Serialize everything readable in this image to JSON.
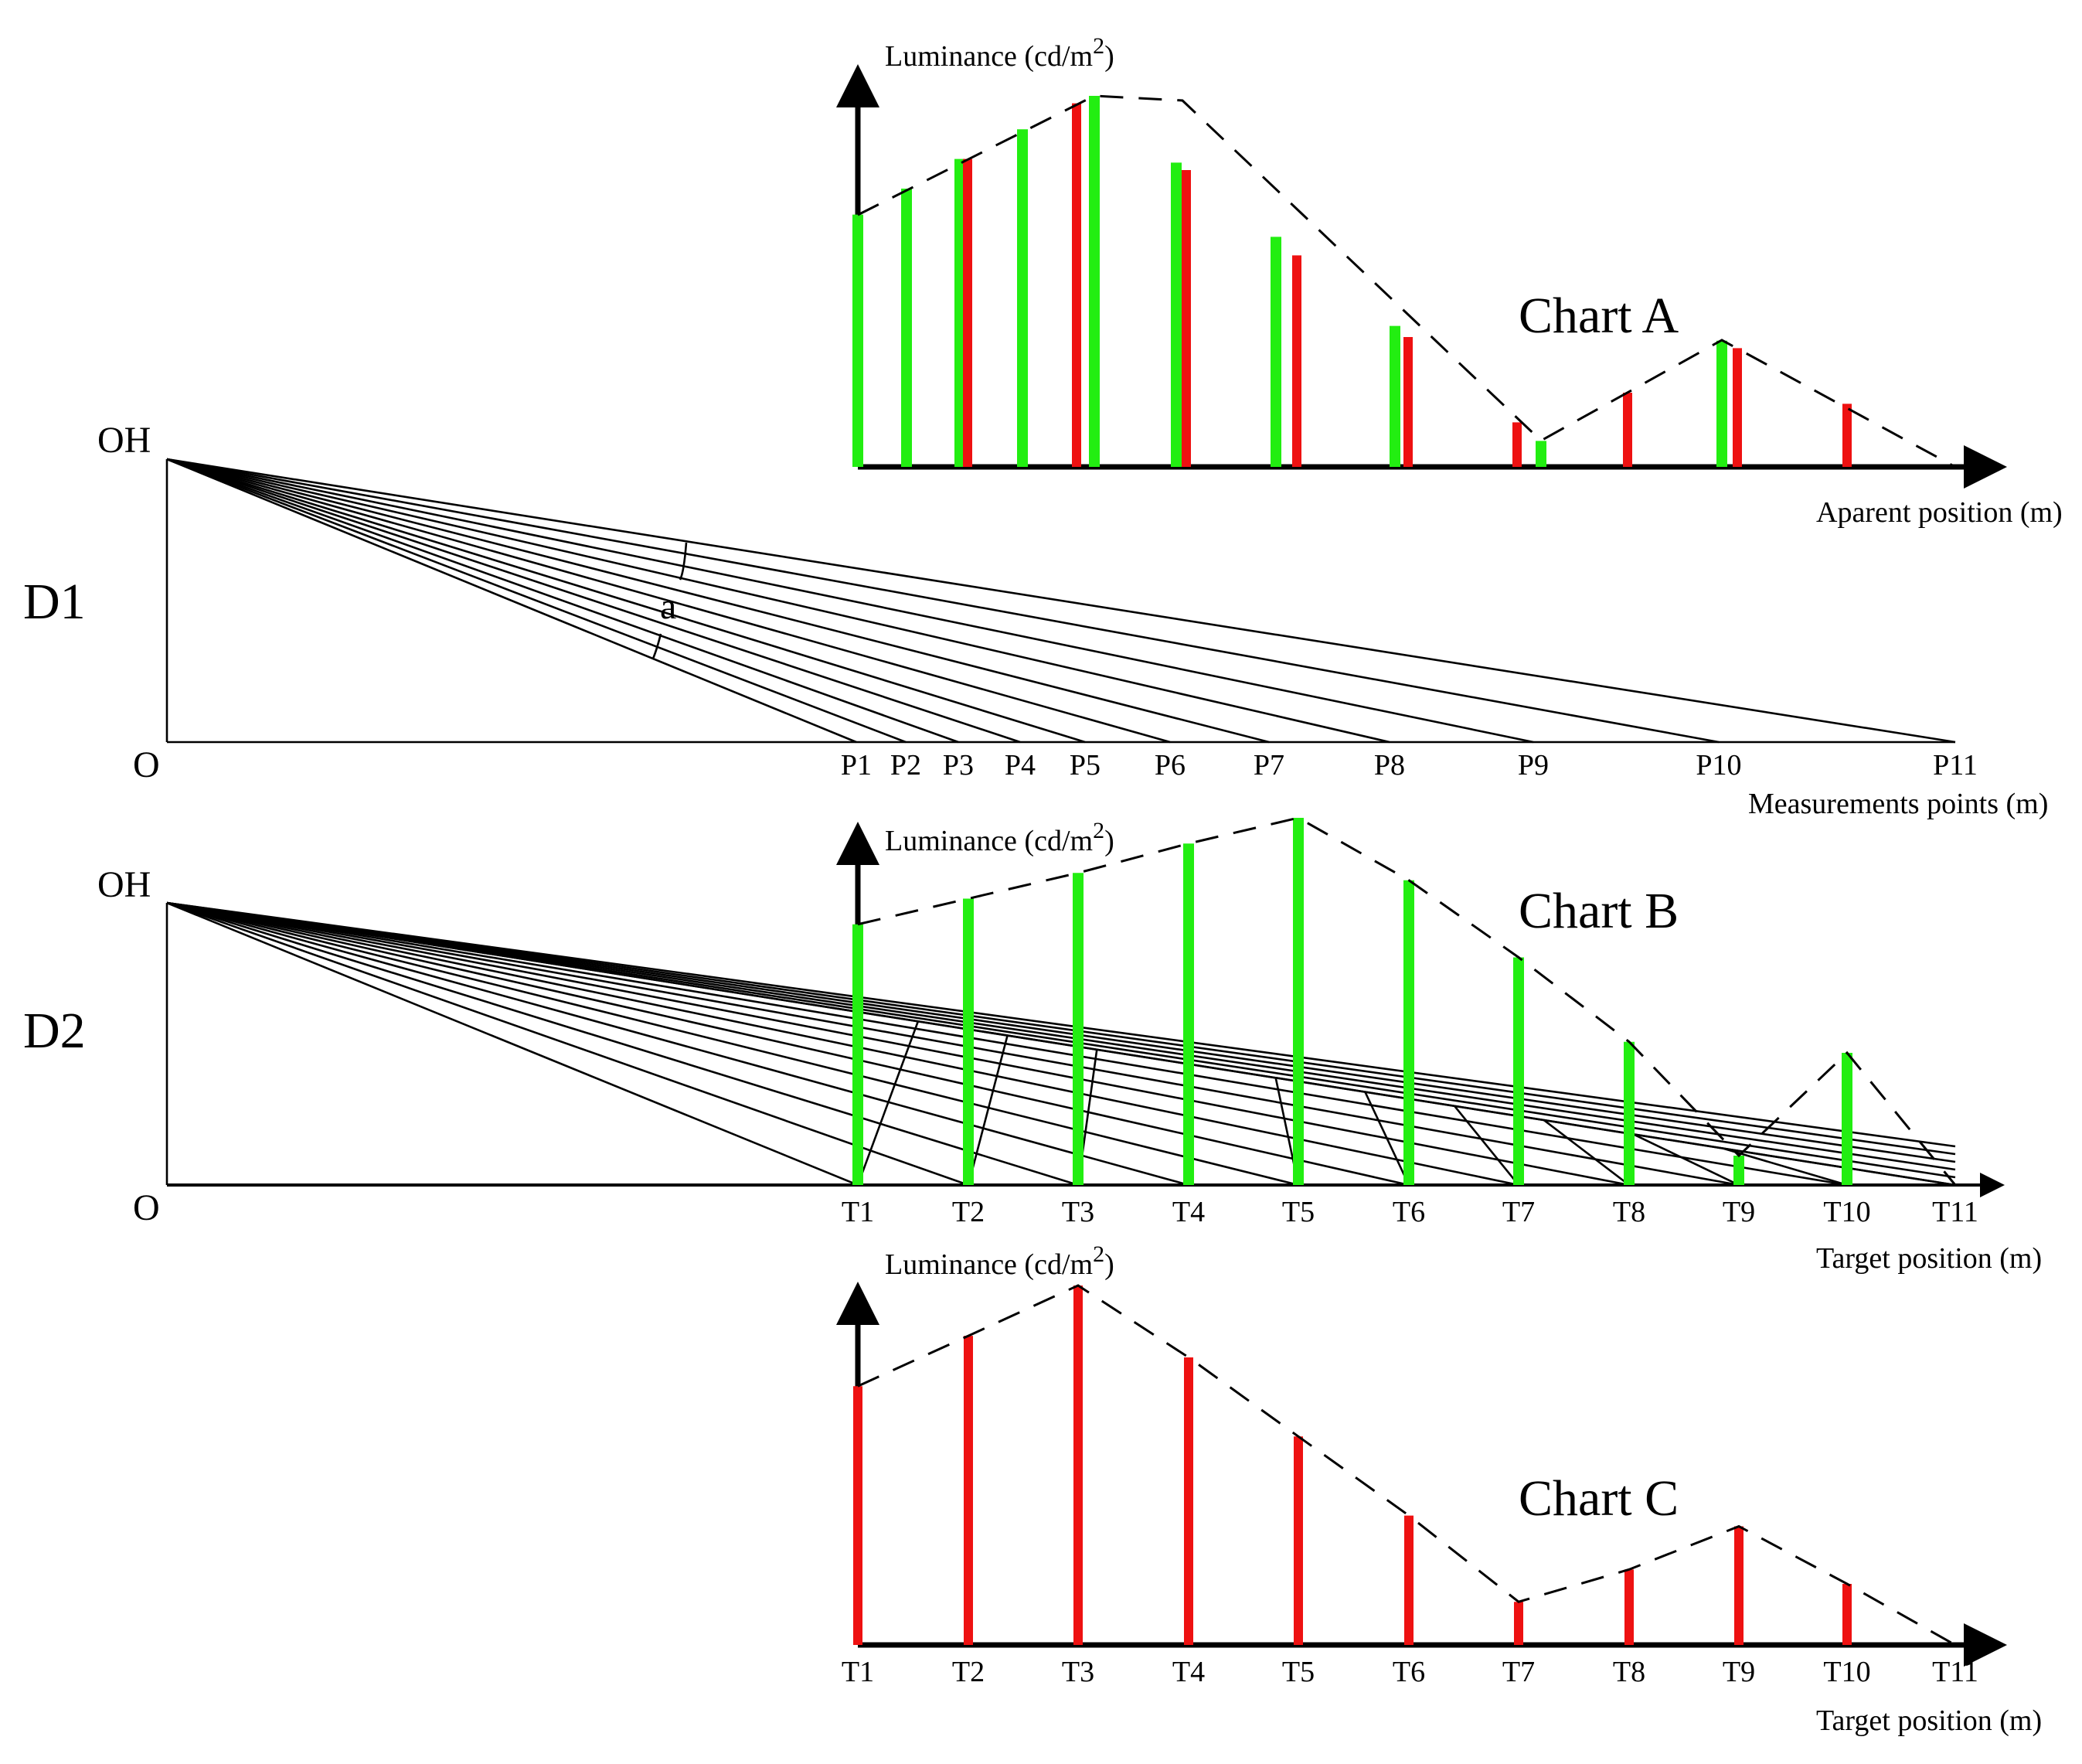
{
  "labels": {
    "oh": "OH",
    "o": "O",
    "d1": "D1",
    "d2": "D2",
    "angle": "a",
    "chart_a": "Chart A",
    "chart_b": "Chart B",
    "chart_c": "Chart C",
    "ylabel_base": "Luminance (cd/m",
    "ylabel_sup": "2",
    "ylabel_close": ")",
    "xlabel_a": "Aparent position (m)",
    "xlabel_d1": "Measurements points (m)",
    "xlabel_b": "Target position (m)",
    "xlabel_c": "Target position (m)"
  },
  "points_p": [
    "P1",
    "P2",
    "P3",
    "P4",
    "P5",
    "P6",
    "P7",
    "P8",
    "P9",
    "P10",
    "P11"
  ],
  "points_t": [
    "T1",
    "T2",
    "T3",
    "T4",
    "T5",
    "T6",
    "T7",
    "T8",
    "T9",
    "T10",
    "T11"
  ],
  "colors": {
    "green": "#22ee11",
    "red": "#ee1111",
    "black": "#000000"
  },
  "chart_data": [
    {
      "name": "Chart A",
      "type": "bar",
      "xlabel": "Aparent position (m)",
      "ylabel": "Luminance (cd/m2)",
      "series": [
        {
          "color": "green",
          "values": [
            0.68,
            0.75,
            0.83,
            0.91,
            1.0,
            0.82,
            0.62,
            0.38,
            0.07,
            0.34
          ]
        },
        {
          "color": "red",
          "values": [
            0.83,
            0.98,
            0.8,
            0.57,
            0.35,
            0.12,
            0.2,
            0.32,
            0.17
          ]
        }
      ]
    },
    {
      "name": "Chart B",
      "type": "bar",
      "categories": [
        "T1",
        "T2",
        "T3",
        "T4",
        "T5",
        "T6",
        "T7",
        "T8",
        "T9",
        "T10",
        "T11"
      ],
      "xlabel": "Target position (m)",
      "ylabel": "Luminance (cd/m2)",
      "values": [
        0.71,
        0.78,
        0.85,
        0.93,
        1.0,
        0.83,
        0.62,
        0.39,
        0.08,
        0.36,
        0.0
      ]
    },
    {
      "name": "Chart C",
      "type": "bar",
      "categories": [
        "T1",
        "T2",
        "T3",
        "T4",
        "T5",
        "T6",
        "T7",
        "T8",
        "T9",
        "T10",
        "T11"
      ],
      "xlabel": "Target position (m)",
      "ylabel": "Luminance (cd/m2)",
      "values": [
        0.72,
        0.86,
        1.0,
        0.8,
        0.58,
        0.36,
        0.12,
        0.21,
        0.33,
        0.17,
        0.0
      ]
    }
  ]
}
